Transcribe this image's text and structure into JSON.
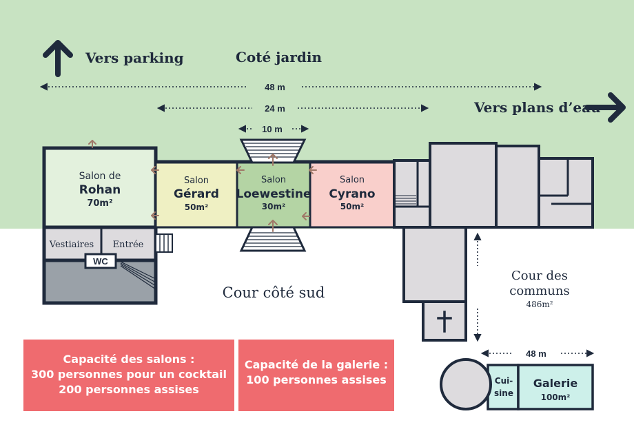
{
  "header": {
    "to_parking": "Vers parking",
    "garden_side": "Coté jardin",
    "to_water": "Vers plans d’eau"
  },
  "dimensions": {
    "total": "48 m",
    "middle": "24 m",
    "central": "10 m",
    "gallery": "48 m"
  },
  "rooms": {
    "rohan": {
      "line1": "Salon de",
      "line2": "Rohan",
      "area": "70m²",
      "fill": "#e3f1dd"
    },
    "gerard": {
      "line1": "Salon",
      "line2": "Gérard",
      "area": "50m²",
      "fill": "#eff0c3"
    },
    "loewestine": {
      "line1": "Salon",
      "line2": "Loewestine",
      "area": "30m²",
      "fill": "#b4d4a4"
    },
    "cyrano": {
      "line1": "Salon",
      "line2": "Cyrano",
      "area": "50m²",
      "fill": "#f9cfcb"
    },
    "vestiaires": "Vestiaires",
    "entree": "Entrée",
    "wc": "WC",
    "cuisine": [
      "Cui-",
      "sine"
    ],
    "galerie": {
      "name": "Galerie",
      "area": "100m²",
      "fill": "#cdf0ea"
    }
  },
  "courtyards": {
    "south": "Cour côté sud",
    "commons_line1": "Cour des",
    "commons_line2": "communs",
    "commons_area": "486m²"
  },
  "capacity": {
    "salons": [
      "Capacité des salons :",
      "300 personnes pour un cocktail",
      "200 personnes assises"
    ],
    "gallery": [
      "Capacité de la galerie :",
      "100 personnes assises"
    ]
  },
  "colors": {
    "garden": "#c8e3c2",
    "wall": "#1f2a3c",
    "building_grey": "#dddbde",
    "dark_grey": "#9aa1a8",
    "capacity_box": "#ef6b6f"
  }
}
